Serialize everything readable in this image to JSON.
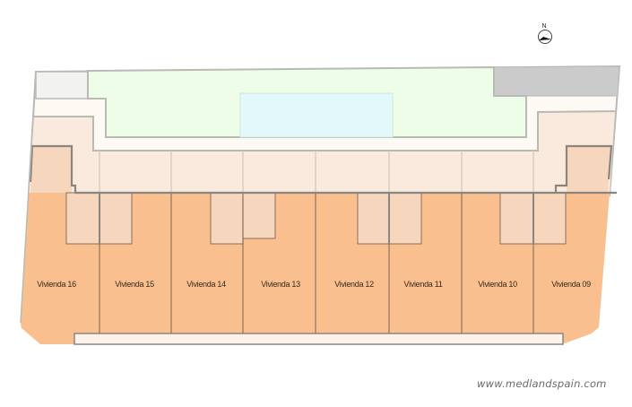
{
  "compass": {
    "label": "N",
    "icon": "north-arrow-icon"
  },
  "site": {
    "colors": {
      "plot_border": "#b9b9b6",
      "corner_left": "#f2f2f0",
      "corner_right": "#cbcbcb",
      "garden": "#eefde8",
      "pool": "#e3f8fa",
      "path": "#fdf9f3",
      "terrace": "#faeadd",
      "patio": "#f6d6bc",
      "unit": "#f9bf8f",
      "unit_border": "#6e5a4a",
      "wall": "#8b8580"
    },
    "units": [
      {
        "id": "16",
        "label": "Vivienda 16"
      },
      {
        "id": "15",
        "label": "Vivienda 15"
      },
      {
        "id": "14",
        "label": "Vivienda 14"
      },
      {
        "id": "13",
        "label": "Vivienda 13"
      },
      {
        "id": "12",
        "label": "Vivienda 12"
      },
      {
        "id": "11",
        "label": "Vivienda 11"
      },
      {
        "id": "10",
        "label": "Vivienda 10"
      },
      {
        "id": "09",
        "label": "Vivienda 09"
      }
    ]
  },
  "watermark": "www.medlandspain.com"
}
